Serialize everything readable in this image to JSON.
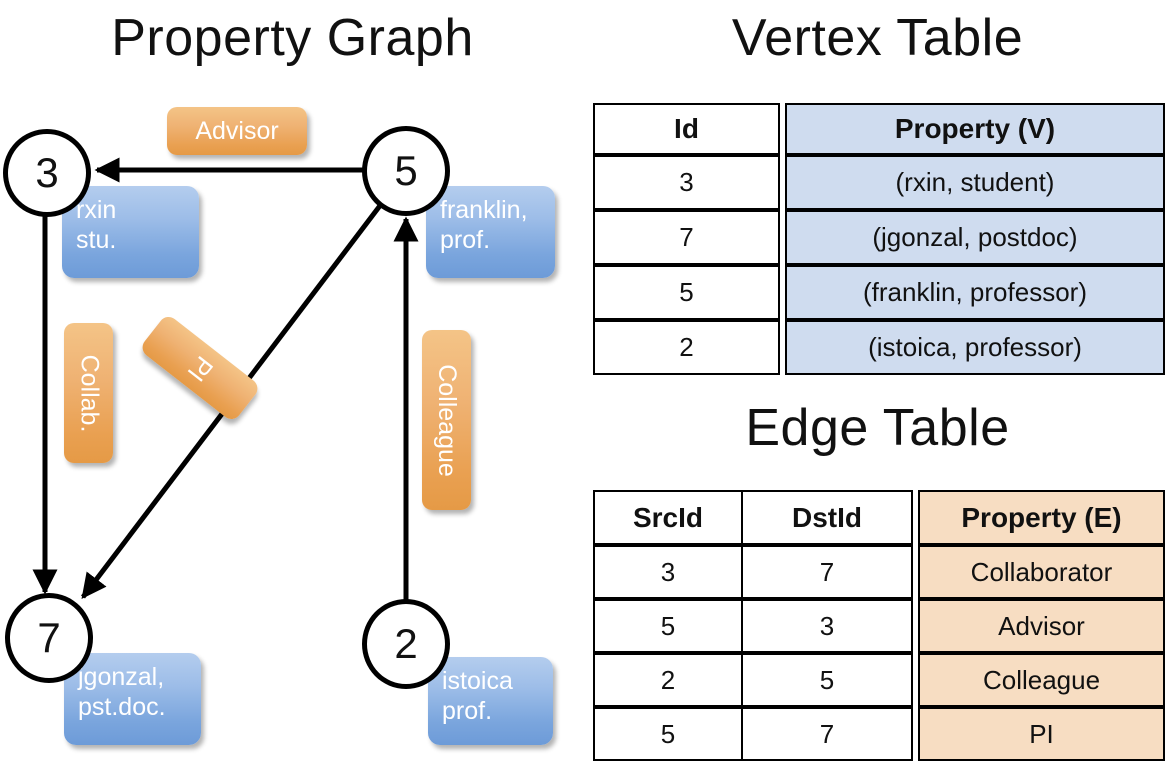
{
  "titles": {
    "property_graph": "Property Graph",
    "vertex_table": "Vertex Table",
    "edge_table": "Edge Table"
  },
  "graph": {
    "nodes": [
      {
        "id": "3",
        "property": "rxin\nstu."
      },
      {
        "id": "5",
        "property": "franklin,\nprof."
      },
      {
        "id": "7",
        "property": "jgonzal,\npst.doc."
      },
      {
        "id": "2",
        "property": "istoica\nprof."
      }
    ],
    "node_labels": {
      "n3": "3",
      "n5": "5",
      "n7": "7",
      "n2": "2"
    },
    "property_boxes": {
      "rxin_line1": "rxin",
      "rxin_line2": "stu.",
      "franklin_line1": "franklin,",
      "franklin_line2": "prof.",
      "jgonzal_line1": "jgonzal,",
      "jgonzal_line2": "pst.doc.",
      "istoica_line1": "istoica",
      "istoica_line2": "prof."
    },
    "edge_labels": {
      "advisor": "Advisor",
      "collab": "Collab.",
      "pi": "PI",
      "colleague": "Colleague"
    },
    "edges": [
      {
        "src": "5",
        "dst": "3",
        "label": "Advisor"
      },
      {
        "src": "3",
        "dst": "7",
        "label": "Collab."
      },
      {
        "src": "5",
        "dst": "7",
        "label": "PI"
      },
      {
        "src": "2",
        "dst": "5",
        "label": "Colleague"
      }
    ]
  },
  "vertex_table": {
    "headers": [
      "Id",
      "Property (V)"
    ],
    "rows": [
      {
        "id": "3",
        "property": "(rxin, student)"
      },
      {
        "id": "7",
        "property": "(jgonzal, postdoc)"
      },
      {
        "id": "5",
        "property": "(franklin, professor)"
      },
      {
        "id": "2",
        "property": "(istoica, professor)"
      }
    ]
  },
  "edge_table": {
    "headers": [
      "SrcId",
      "DstId",
      "Property (E)"
    ],
    "rows": [
      {
        "src": "3",
        "dst": "7",
        "property": "Collaborator"
      },
      {
        "src": "5",
        "dst": "3",
        "property": "Advisor"
      },
      {
        "src": "2",
        "dst": "5",
        "property": "Colleague"
      },
      {
        "src": "5",
        "dst": "7",
        "property": "PI"
      }
    ]
  },
  "colors": {
    "vertex_property_fill": "#cfdcef",
    "edge_property_fill": "#f7ddc2",
    "vertex_box_blue": "#7aa5dd",
    "edge_box_orange": "#e9a051",
    "stroke": "#000000",
    "background": "#ffffff"
  }
}
